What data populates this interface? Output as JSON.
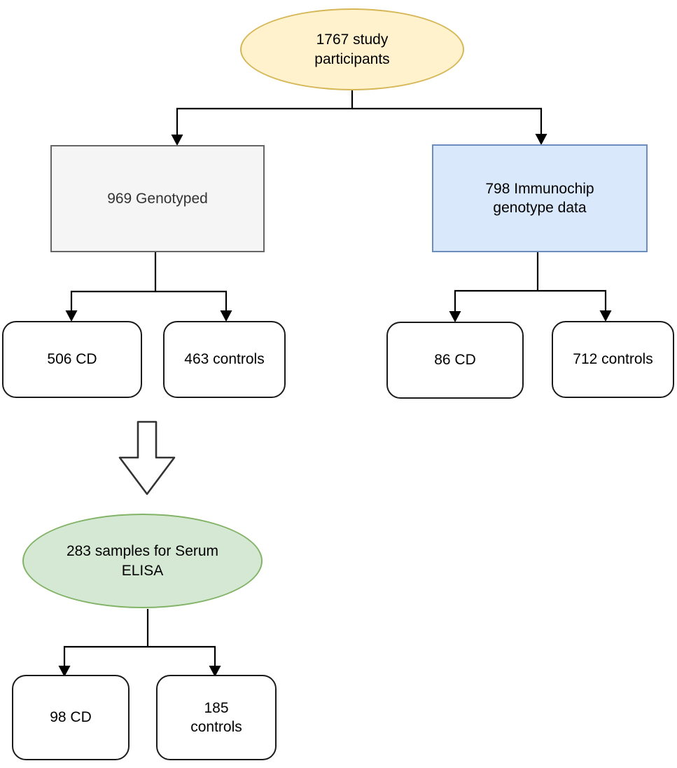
{
  "diagram": {
    "type": "flowchart",
    "background_color": "#ffffff",
    "line_color": "#000000",
    "nodes": {
      "participants": {
        "label": "1767 study\nparticipants",
        "shape": "ellipse",
        "fill": "#fff2cc",
        "stroke": "#d6b656"
      },
      "genotyped": {
        "label": "969 Genotyped",
        "shape": "rectangle",
        "fill": "#f5f5f5",
        "stroke": "#666666"
      },
      "immunochip": {
        "label": "798 Immunochip\ngenotype data",
        "shape": "rectangle",
        "fill": "#dae8fc",
        "stroke": "#6c8ebf"
      },
      "cd506": {
        "label": "506 CD",
        "shape": "rounded-rectangle",
        "fill": "#ffffff",
        "stroke": "#000000"
      },
      "controls463": {
        "label": "463 controls",
        "shape": "rounded-rectangle",
        "fill": "#ffffff",
        "stroke": "#000000"
      },
      "cd86": {
        "label": "86 CD",
        "shape": "rounded-rectangle",
        "fill": "#ffffff",
        "stroke": "#000000"
      },
      "controls712": {
        "label": "712 controls",
        "shape": "rounded-rectangle",
        "fill": "#ffffff",
        "stroke": "#000000"
      },
      "serum_elisa": {
        "label": "283 samples for Serum\nELISA",
        "shape": "ellipse",
        "fill": "#d5e8d4",
        "stroke": "#82b366"
      },
      "cd98": {
        "label": "98 CD",
        "shape": "rounded-rectangle",
        "fill": "#ffffff",
        "stroke": "#000000"
      },
      "controls185": {
        "label": "185\ncontrols",
        "shape": "rounded-rectangle",
        "fill": "#ffffff",
        "stroke": "#000000"
      }
    },
    "edges": [
      {
        "from": "participants",
        "to": "genotyped"
      },
      {
        "from": "participants",
        "to": "immunochip"
      },
      {
        "from": "genotyped",
        "to": "cd506"
      },
      {
        "from": "genotyped",
        "to": "controls463"
      },
      {
        "from": "immunochip",
        "to": "cd86"
      },
      {
        "from": "immunochip",
        "to": "controls712"
      },
      {
        "from": "genotyped-cohort",
        "to": "serum_elisa",
        "style": "fat-hollow-arrow"
      },
      {
        "from": "serum_elisa",
        "to": "cd98"
      },
      {
        "from": "serum_elisa",
        "to": "controls185"
      }
    ]
  }
}
